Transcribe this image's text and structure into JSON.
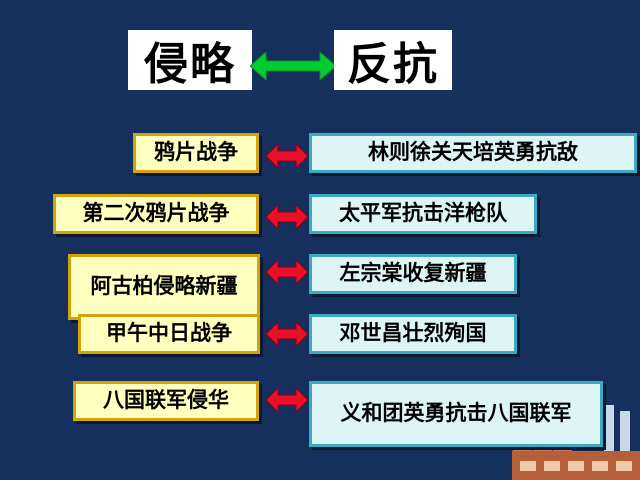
{
  "title": {
    "left": "侵略",
    "right": "反抗"
  },
  "rows": [
    {
      "aggression": "鸦片战争",
      "resistance": "林则徐关天培英勇抗敌"
    },
    {
      "aggression": "第二次鸦片战争",
      "resistance": "太平军抗击洋枪队"
    },
    {
      "aggression": "阿古柏侵略新疆",
      "resistance": "左宗棠收复新疆"
    },
    {
      "aggression": "甲午中日战争",
      "resistance": "邓世昌壮烈殉国"
    },
    {
      "aggression": "八国联军侵华",
      "resistance": "义和团英勇抗击八国联军"
    }
  ],
  "colors": {
    "background": "#15305c",
    "left_box_fill": "#ffffc0",
    "left_box_border": "#d4a20a",
    "right_box_fill": "#ddf5f5",
    "right_box_border": "#3aa9c4",
    "title_arrow": "#00cc33",
    "row_arrow": "#e8102a"
  },
  "icons": {
    "title_connector": "double-arrow-icon",
    "row_connector": "double-arrow-icon",
    "corner_decoration": "factory-icon"
  }
}
